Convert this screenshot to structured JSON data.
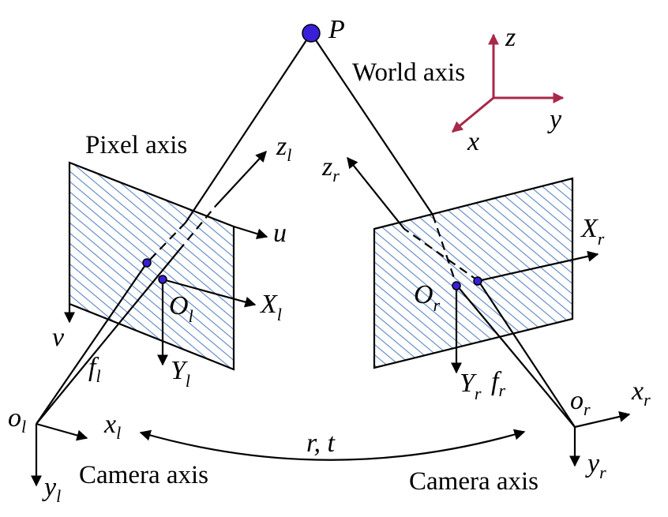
{
  "labels": {
    "point": "P",
    "world_axis": "World axis",
    "pixel_axis": "Pixel axis",
    "camera_axis_left": "Camera axis",
    "camera_axis_right": "Camera axis",
    "rotation_translation": "r, t"
  },
  "world": {
    "x": "x",
    "y": "y",
    "z": "z"
  },
  "pixel": {
    "u": "u",
    "v": "v"
  },
  "left": {
    "zl": "z",
    "zl_sub": "l",
    "Xl": "X",
    "Xl_sub": "l",
    "Yl": "Y",
    "Yl_sub": "l",
    "Ol": "O",
    "Ol_sub": "l",
    "fl": "f",
    "fl_sub": "l",
    "ol": "o",
    "ol_sub": "l",
    "xl": "x",
    "xl_sub": "l",
    "yl": "y",
    "yl_sub": "l"
  },
  "right": {
    "zr": "z",
    "zr_sub": "r",
    "Xr": "X",
    "Xr_sub": "r",
    "Yr": "Y",
    "Yr_sub": "r",
    "Or": "O",
    "Or_sub": "r",
    "fr": "f",
    "fr_sub": "r",
    "or": "o",
    "or_sub": "r",
    "xr": "x",
    "xr_sub": "r",
    "yr": "y",
    "yr_sub": "r"
  },
  "colors": {
    "hatch": "#5a86c4",
    "point": "#3a1fd8",
    "world_axis": "#a8284a"
  }
}
